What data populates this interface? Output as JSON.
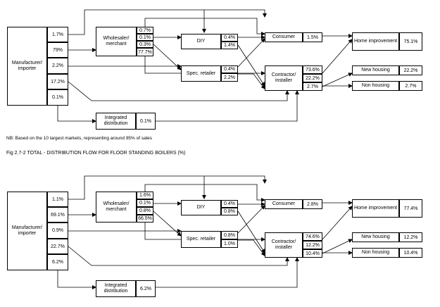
{
  "labels": {
    "manufacturer": "Manufacturer/ importer",
    "wholesaler": "Wholesaler/ merchant",
    "diy": "DIY",
    "consumer": "Consumer",
    "spec_retailer": "Spec. retailer",
    "contractor": "Contractor/ installer",
    "home_improvement": "Home improvement",
    "new_housing": "New housing",
    "non_housing": "Non housing",
    "integrated": "Integrated distribution"
  },
  "note": "NB: Based on the 10 largest markets, representing around 95% of sales",
  "fig_title": "Fig 2.7-2 TOTAL - DISTRIBUTION FLOW FOR FLOOR STANDING BOILERS (%)",
  "diagrams": [
    {
      "manufacturer": [
        "1.7%",
        "79%",
        "2.2%",
        "17.2%",
        "0.1%"
      ],
      "wholesaler": [
        "0.7%",
        "0.1%",
        "0.3%",
        "77.7%"
      ],
      "diy": [
        "0.4%",
        "1.4%"
      ],
      "spec_retailer": [
        "0.4%",
        "2.2%"
      ],
      "consumer": "1.5%",
      "contractor": [
        "73.6%",
        "22.2%",
        "2.7%"
      ],
      "home_improvement": "75.1%",
      "new_housing": "22.2%",
      "non_housing": "2.7%",
      "integrated": "0.1%"
    },
    {
      "manufacturer": [
        "1.1%",
        "69.1%",
        "0.9%",
        "22.7%",
        "6.2%"
      ],
      "wholesaler": [
        "1.6%",
        "0.1%",
        "0.8%",
        "66.5%"
      ],
      "diy": [
        "0.4%",
        "0.8%"
      ],
      "spec_retailer": [
        "0.8%",
        "1.0%"
      ],
      "consumer": "2.8%",
      "contractor": [
        "74.6%",
        "12.2%",
        "10.4%"
      ],
      "home_improvement": "77.4%",
      "new_housing": "12.2%",
      "non_housing": "10.4%",
      "integrated": "6.2%"
    }
  ]
}
